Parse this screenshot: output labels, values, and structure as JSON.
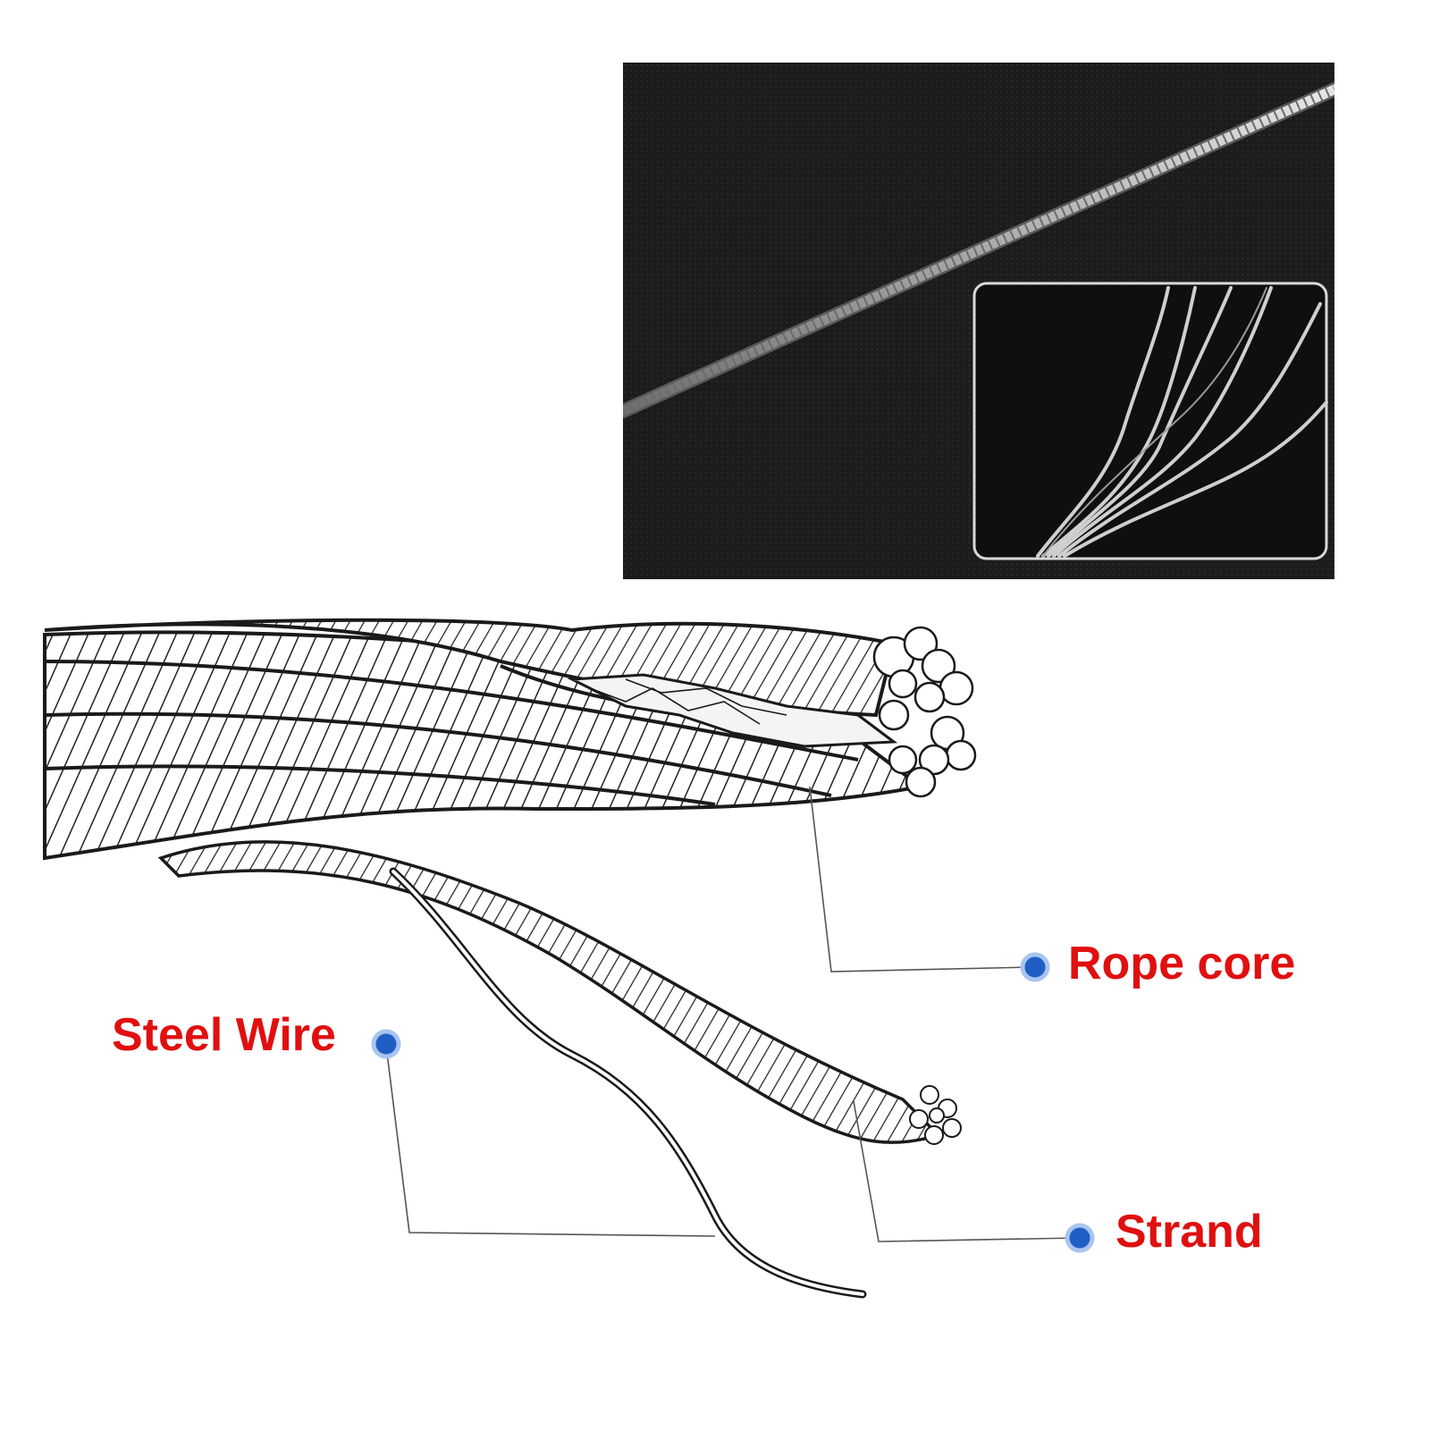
{
  "colors": {
    "label": "#e01010",
    "marker": "#1f5fc4",
    "leader": "#555555",
    "photo_bg": "#1b1b1b",
    "cable": "#c9c9c9",
    "line_art": "#1a1a1a"
  },
  "photo": {
    "description_icon": "steel-cable-photo",
    "inset_icon": "untwisted-strands-photo"
  },
  "callouts": [
    {
      "id": "rope-core",
      "label": "Rope core"
    },
    {
      "id": "steel-wire",
      "label": "Steel Wire"
    },
    {
      "id": "strand",
      "label": "Strand"
    }
  ]
}
